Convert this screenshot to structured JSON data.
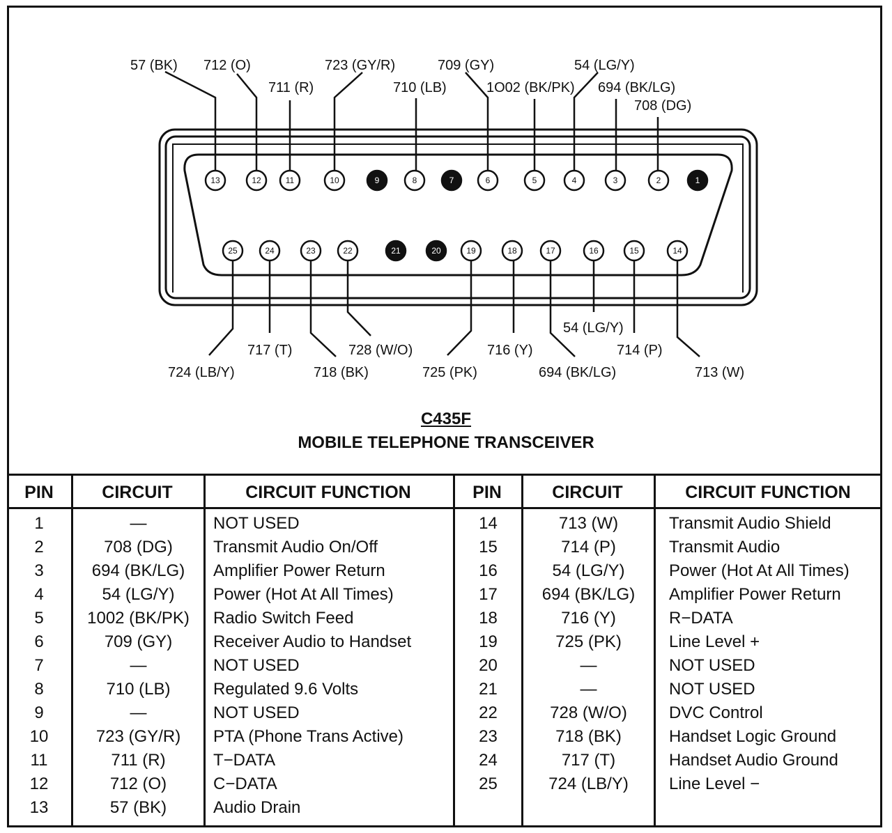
{
  "connector": {
    "title": "C435F",
    "subtitle": "MOBILE TELEPHONE TRANSCEIVER"
  },
  "diagram_labels": [
    "57 (BK)",
    "712 (O)",
    "711 (R)",
    "723 (GY/R)",
    "710 (LB)",
    "709 (GY)",
    "1O02 (BK/PK)",
    "54 (LG/Y)",
    "694 (BK/LG)",
    "708 (DG)",
    "724 (LB/Y)",
    "717 (T)",
    "718 (BK)",
    "728 (W/O)",
    "725 (PK)",
    "716 (Y)",
    "694 (BK/LG)",
    "54 (LG/Y)",
    "714 (P)",
    "713 (W)"
  ],
  "pins_top": [
    "13",
    "12",
    "11",
    "10",
    "9",
    "8",
    "7",
    "6",
    "5",
    "4",
    "3",
    "2",
    "1"
  ],
  "pins_bottom": [
    "25",
    "24",
    "23",
    "22",
    "21",
    "20",
    "19",
    "18",
    "17",
    "16",
    "15",
    "14"
  ],
  "filled_pins": [
    "9",
    "7",
    "1",
    "21",
    "20"
  ],
  "table": {
    "headers": [
      "PIN",
      "CIRCUIT",
      "CIRCUIT FUNCTION",
      "PIN",
      "CIRCUIT",
      "CIRCUIT FUNCTION"
    ],
    "left_rows": [
      {
        "pin": "1",
        "circuit": "—",
        "function": "NOT USED"
      },
      {
        "pin": "2",
        "circuit": "708 (DG)",
        "function": "Transmit Audio On/Off"
      },
      {
        "pin": "3",
        "circuit": "694 (BK/LG)",
        "function": "Amplifier Power Return"
      },
      {
        "pin": "4",
        "circuit": "54 (LG/Y)",
        "function": "Power (Hot At All Times)"
      },
      {
        "pin": "5",
        "circuit": "1002 (BK/PK)",
        "function": "Radio Switch Feed"
      },
      {
        "pin": "6",
        "circuit": "709 (GY)",
        "function": "Receiver Audio to Handset"
      },
      {
        "pin": "7",
        "circuit": "—",
        "function": "NOT USED"
      },
      {
        "pin": "8",
        "circuit": "710 (LB)",
        "function": "Regulated 9.6 Volts"
      },
      {
        "pin": "9",
        "circuit": "—",
        "function": "NOT USED"
      },
      {
        "pin": "10",
        "circuit": "723 (GY/R)",
        "function": "PTA (Phone Trans Active)"
      },
      {
        "pin": "11",
        "circuit": "711 (R)",
        "function": "T−DATA"
      },
      {
        "pin": "12",
        "circuit": "712 (O)",
        "function": "C−DATA"
      },
      {
        "pin": "13",
        "circuit": "57 (BK)",
        "function": "Audio Drain"
      }
    ],
    "right_rows": [
      {
        "pin": "14",
        "circuit": "713 (W)",
        "function": "Transmit Audio Shield"
      },
      {
        "pin": "15",
        "circuit": "714 (P)",
        "function": "Transmit Audio"
      },
      {
        "pin": "16",
        "circuit": "54 (LG/Y)",
        "function": "Power (Hot At All Times)"
      },
      {
        "pin": "17",
        "circuit": "694 (BK/LG)",
        "function": "Amplifier Power Return"
      },
      {
        "pin": "18",
        "circuit": "716 (Y)",
        "function": "R−DATA"
      },
      {
        "pin": "19",
        "circuit": "725 (PK)",
        "function": "Line Level +"
      },
      {
        "pin": "20",
        "circuit": "—",
        "function": "NOT USED"
      },
      {
        "pin": "21",
        "circuit": "—",
        "function": "NOT USED"
      },
      {
        "pin": "22",
        "circuit": "728 (W/O)",
        "function": "DVC Control"
      },
      {
        "pin": "23",
        "circuit": "718 (BK)",
        "function": "Handset Logic Ground"
      },
      {
        "pin": "24",
        "circuit": "717 (T)",
        "function": "Handset Audio Ground"
      },
      {
        "pin": "25",
        "circuit": "724 (LB/Y)",
        "function": "Line Level −"
      }
    ]
  }
}
